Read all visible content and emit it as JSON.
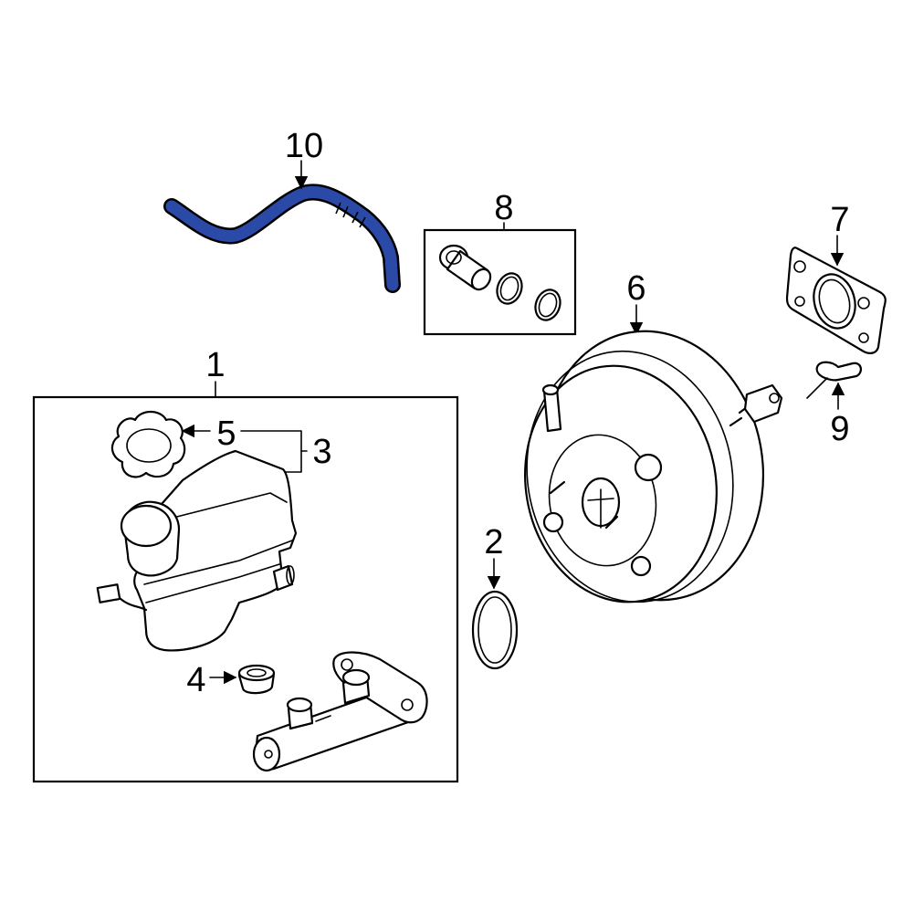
{
  "colors": {
    "highlight": "#2b4aa8",
    "line": "#000000",
    "background": "#ffffff"
  },
  "callouts": {
    "c1": "1",
    "c2": "2",
    "c3": "3",
    "c4": "4",
    "c5": "5",
    "c6": "6",
    "c7": "7",
    "c8": "8",
    "c9": "9",
    "c10": "10"
  },
  "highlighted_part": "10"
}
